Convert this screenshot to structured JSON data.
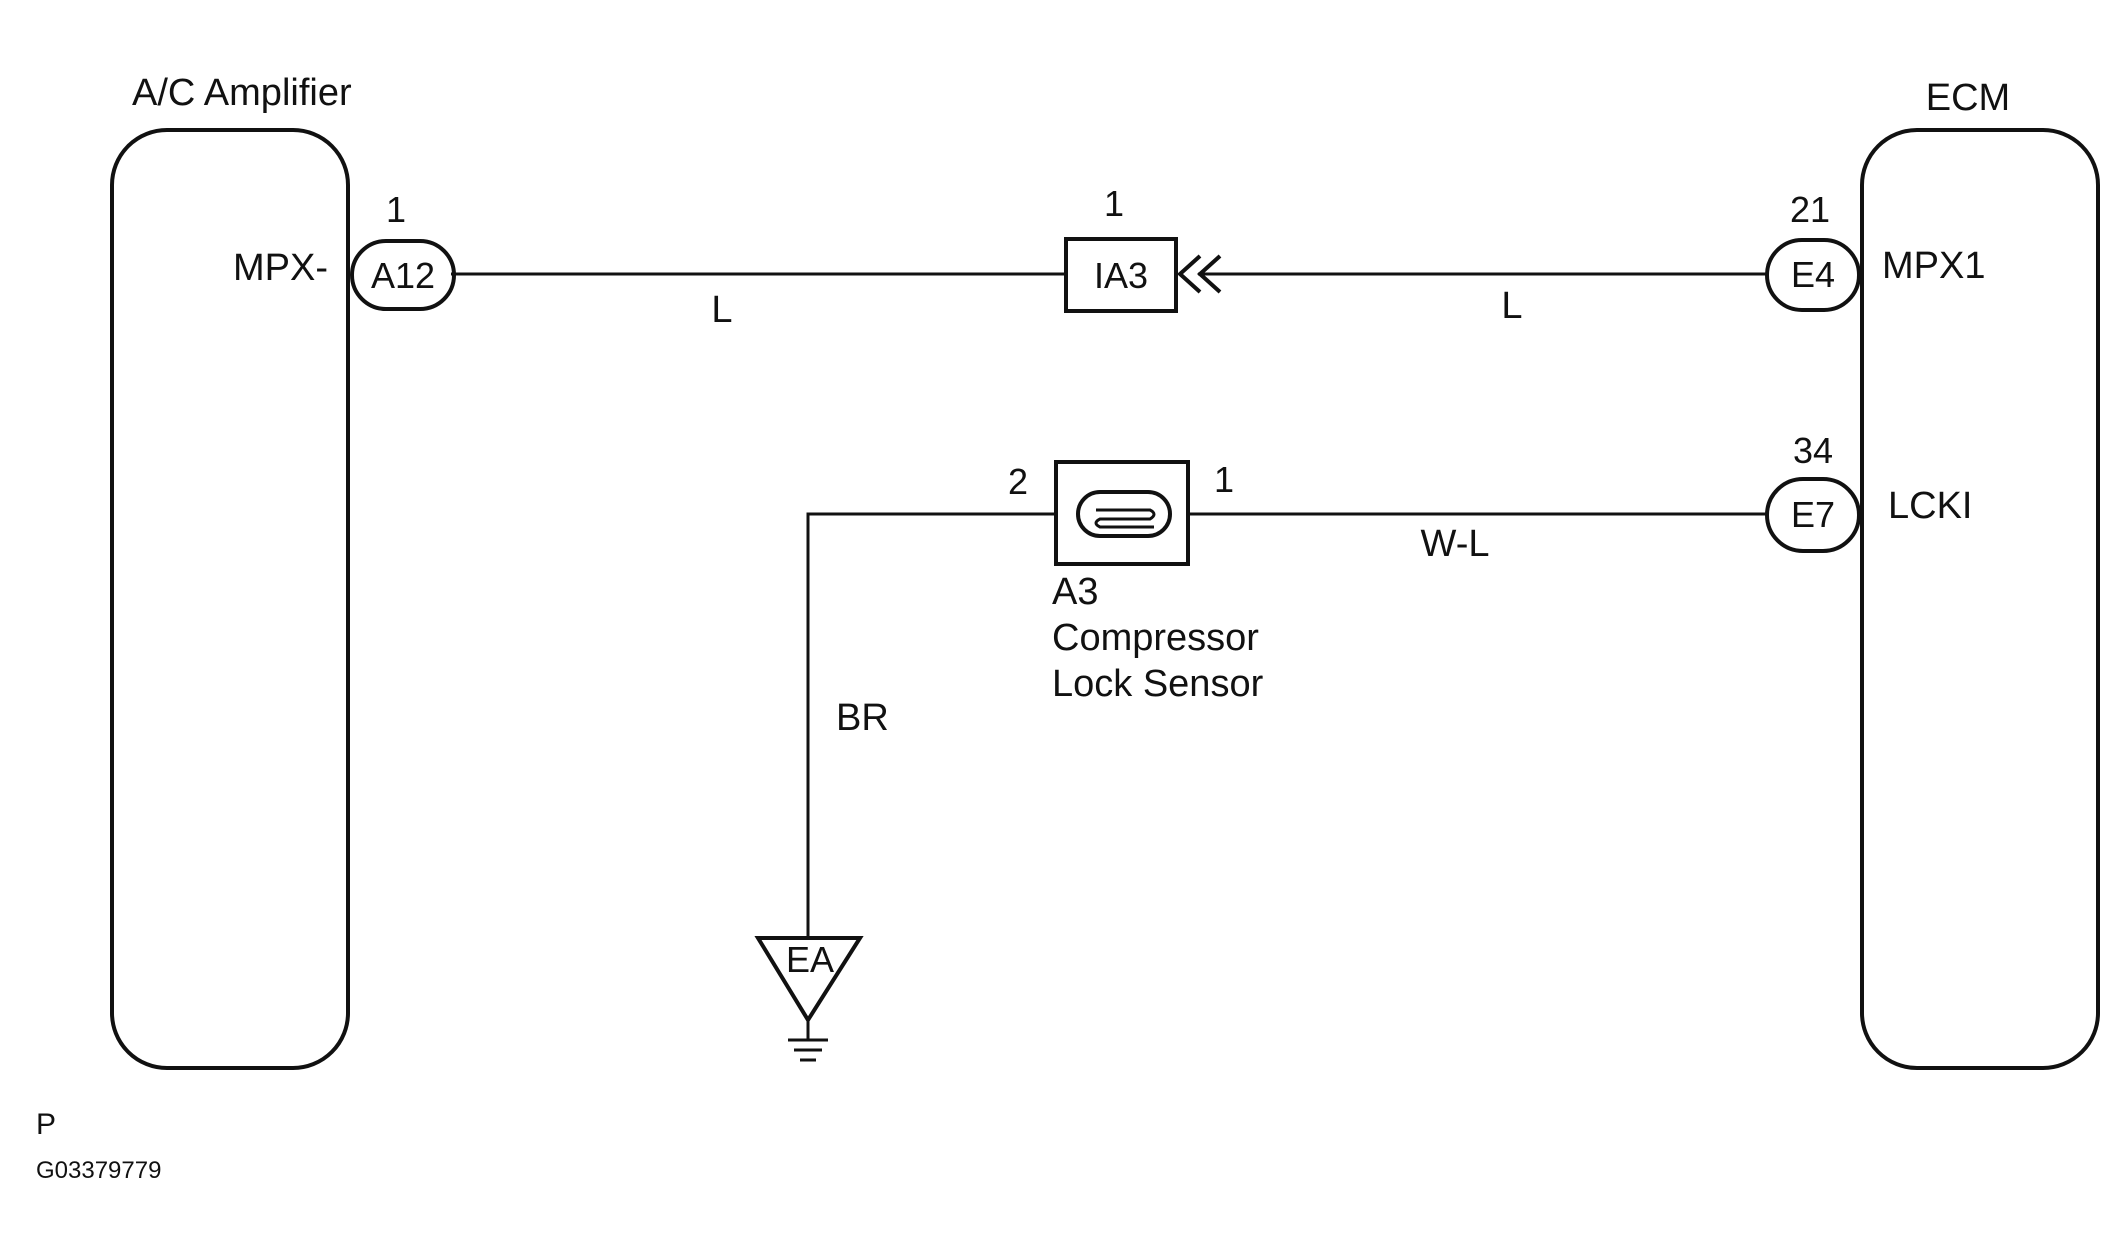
{
  "components": {
    "ac_amplifier": {
      "title": "A/C Amplifier",
      "terminal": "MPX-"
    },
    "ecm": {
      "title": "ECM",
      "terminal_mpx": "MPX1",
      "terminal_lock": "LCKI"
    },
    "sensor": {
      "code": "A3",
      "name_line1": "Compressor",
      "name_line2": "Lock Sensor"
    }
  },
  "connectors": {
    "a12": {
      "code": "A12",
      "pin": "1"
    },
    "ia3": {
      "code": "IA3",
      "pin": "1"
    },
    "e4": {
      "code": "E4",
      "pin": "21"
    },
    "e7": {
      "code": "E7",
      "pin": "34"
    },
    "sensor_pin_left": "2",
    "sensor_pin_right": "1"
  },
  "wires": {
    "left_mpx": "L",
    "right_mpx": "L",
    "lock_signal": "W-L",
    "ground": "BR"
  },
  "ground": {
    "code": "EA"
  },
  "footer": {
    "corner_letter": "P",
    "figure_id": "G03379779"
  }
}
